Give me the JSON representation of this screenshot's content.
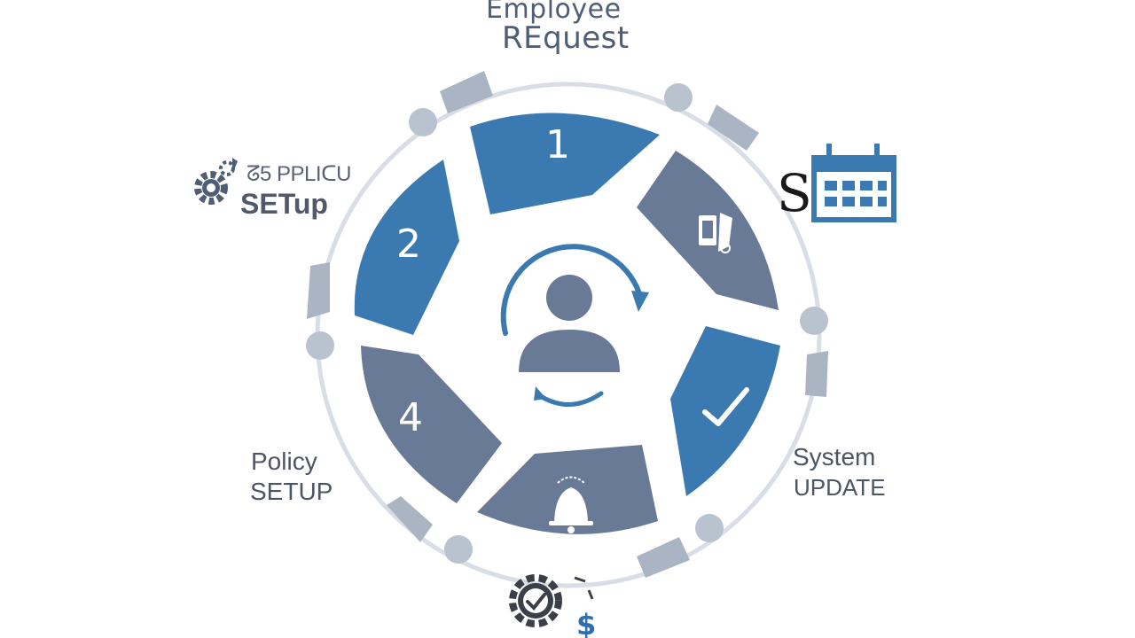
{
  "top_label": {
    "line1": "Employee",
    "line2": "REquest"
  },
  "left_top_label": {
    "line1": "ᘔ5 PPLIᑕU",
    "line2": "SETup"
  },
  "left_bottom_label": {
    "line1": "Policy",
    "line2": "SETUP"
  },
  "right_bottom_label": {
    "line1": "System",
    "line2": "UPDATE"
  },
  "segments": [
    {
      "label": "1",
      "color": "#3b79b1"
    },
    {
      "label": "2",
      "color": "#3b79b1"
    },
    {
      "label": "4",
      "color": "#697a96"
    }
  ],
  "icons": {
    "dollar_symbol": "$",
    "s_symbol": "S"
  },
  "colors": {
    "blue": "#3b79b1",
    "slate": "#697a96",
    "ring": "#d9dee6",
    "node": "#b9c3d0"
  }
}
